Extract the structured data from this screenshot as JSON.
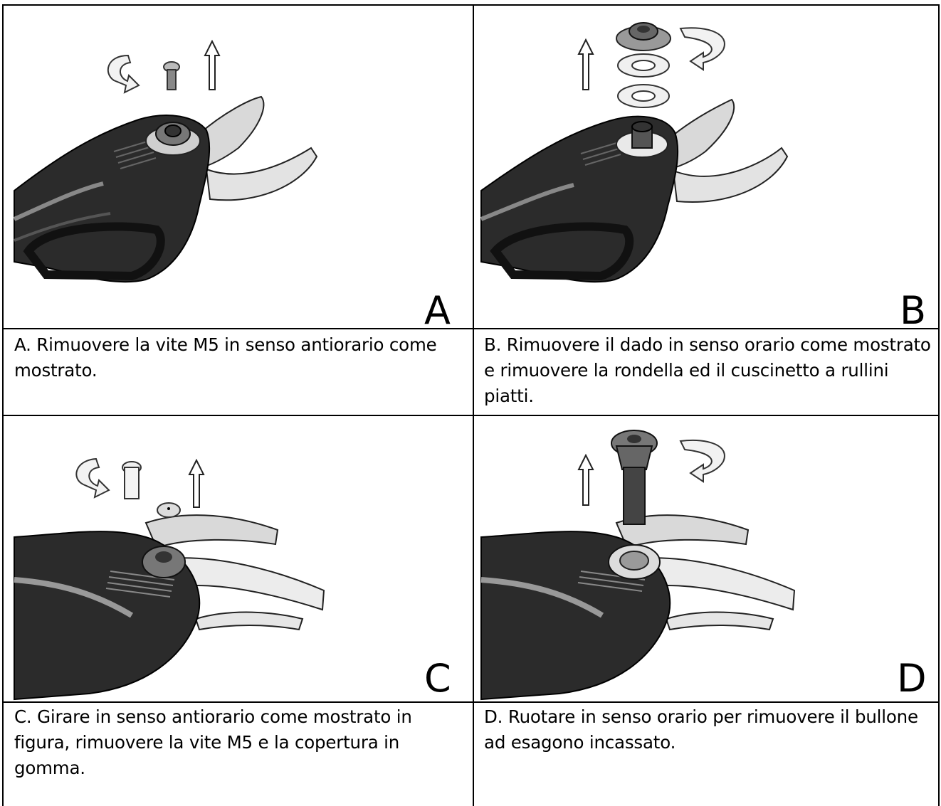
{
  "panels": [
    {
      "letter": "A",
      "caption": "A. Rimuovere la vite M5 in senso antiorario come mostrato."
    },
    {
      "letter": "B",
      "caption": "B. Rimuovere il dado in senso orario come mostrato e rimuovere la rondella ed il cuscinetto a rullini piatti."
    },
    {
      "letter": "C",
      "caption": "C. Girare in senso antiorario come mostrato in figura, rimuovere la vite M5 e la copertura in gomma."
    },
    {
      "letter": "D",
      "caption": "D. Ruotare in senso orario per rimuovere il bullone ad esagono incassato."
    }
  ]
}
